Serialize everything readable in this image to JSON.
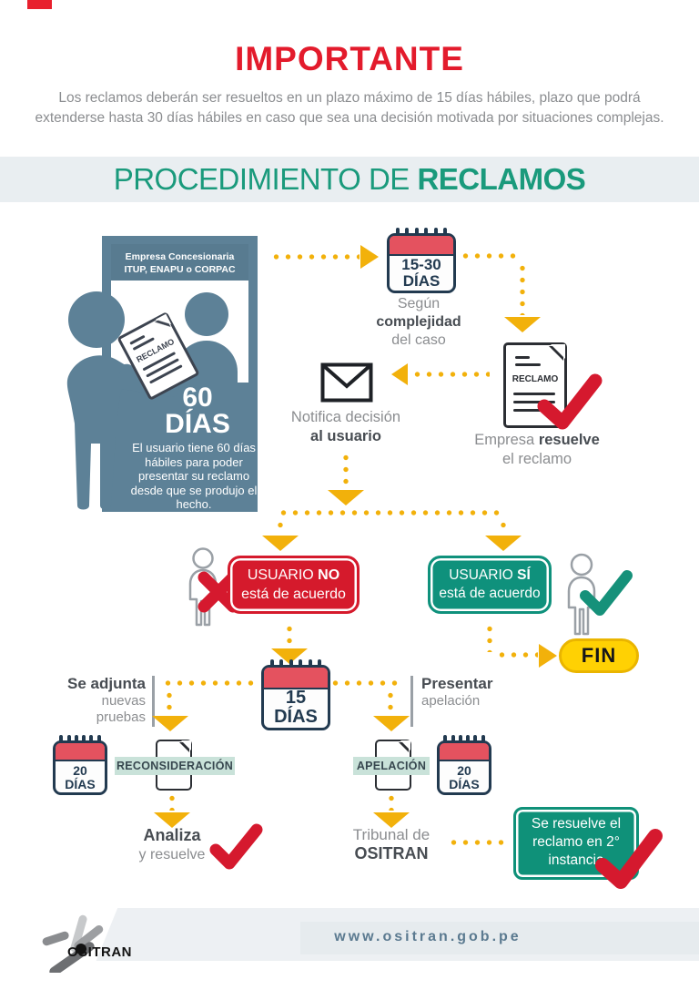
{
  "colors": {
    "red": "#d51a2c",
    "importante_red": "#e31b2c",
    "teal": "#12917b",
    "teal_text": "#1a9a7c",
    "yellow": "#f2b10b",
    "fin_yellow": "#ffd103",
    "bluegray": "#5d8197",
    "bluegray_dark": "#587b90",
    "navy": "#223a50",
    "band_bg": "#e9eef1",
    "label_band": "#c9e2d9",
    "footer_band": "#edf0f3",
    "url_blue": "#5b7a90",
    "gray_text": "#8b8d90",
    "dark_text": "#474c52"
  },
  "header": {
    "title": "IMPORTANTE",
    "intro_line1": "Los reclamos deberán ser resueltos en un plazo máximo de 15 días hábiles, plazo que podrá",
    "intro_line2": "extenderse hasta 30 días hábiles en caso que sea una decisión motivada por situaciones complejas."
  },
  "banner": {
    "title_regular": "PROCEDIMIENTO DE",
    "title_bold": "RECLAMOS"
  },
  "flow": {
    "empresa_box": {
      "header_line1": "Empresa Concesionaria",
      "header_line2": "ITUP, ENAPU o CORPAC",
      "doc_label": "RECLAMO",
      "days_number": "60",
      "days_word": "DÍAS",
      "description": "El usuario tiene 60 días hábiles para poder presentar su reclamo desde que se produjo el hecho."
    },
    "cal_15_30": {
      "line1": "15-30",
      "line2": "DÍAS"
    },
    "segun": {
      "l1": "Según",
      "l2": "complejidad",
      "l3": "del caso"
    },
    "empresa_resuelve": {
      "pre": "Empresa ",
      "bold": "resuelve",
      "line2": "el reclamo",
      "doc_label": "RECLAMO"
    },
    "notifica": {
      "l1": "Notifica decisión",
      "l2": "al usuario"
    },
    "usuario_no": {
      "pre": "USUARIO ",
      "bold": "NO",
      "l2": "está de acuerdo"
    },
    "usuario_si": {
      "pre": "USUARIO ",
      "bold": "SÍ",
      "l2": "está de acuerdo"
    },
    "fin": "FIN",
    "cal_15": {
      "line1": "15",
      "line2": "DÍAS"
    },
    "se_adjunta": {
      "l1": "Se adjunta",
      "l2": "nuevas",
      "l3": "pruebas"
    },
    "presentar": {
      "l1": "Presentar",
      "l2": "apelación"
    },
    "cal_20_left": {
      "line1": "20",
      "line2": "DÍAS"
    },
    "reconsideracion_label": "RECONSIDERACIÓN",
    "apelacion_label": "APELACIÓN",
    "cal_20_right": {
      "line1": "20",
      "line2": "DÍAS"
    },
    "analiza": {
      "l1": "Analiza",
      "l2": "y resuelve"
    },
    "tribunal": {
      "l1": "Tribunal de",
      "l2": "OSITRAN"
    },
    "resuelve2": {
      "l1": "Se resuelve  el",
      "l2": "reclamo en 2°",
      "l3": "instancia"
    }
  },
  "footer": {
    "logo_text": "OSITRAN",
    "url": "www.ositran.gob.pe"
  }
}
